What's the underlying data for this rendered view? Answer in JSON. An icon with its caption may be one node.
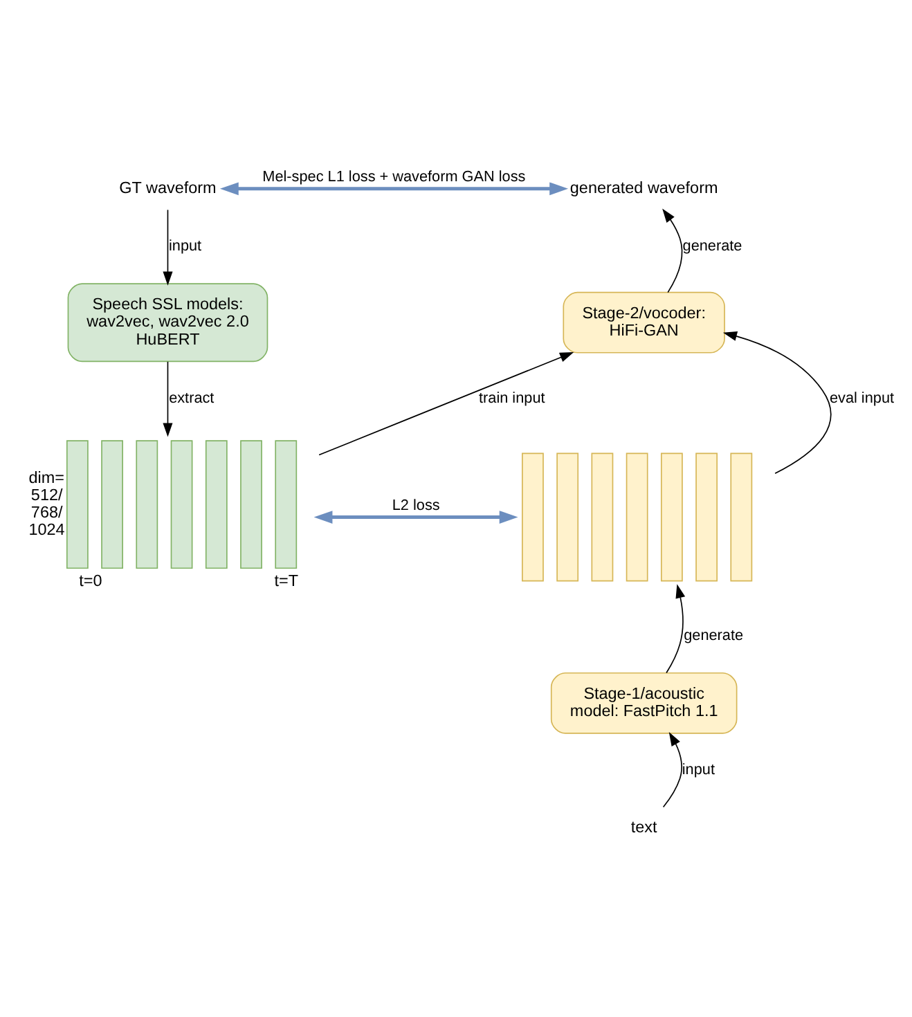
{
  "diagram": {
    "nodes": [
      {
        "text": [
          "GT waveform"
        ]
      },
      {
        "text": [
          "generated waveform"
        ]
      },
      {
        "text": [
          "Speech SSL models: wav2vec, wav2vec 2.0 HuBERT"
        ]
      },
      {
        "text": [
          "Stage-2/vocoder: HiFi-GAN"
        ]
      },
      {
        "text": [],
        "shape": "bar",
        "beside": [
          "dim= 512/ 768/ 1024",
          "t=0",
          "t=T"
        ]
      },
      {
        "text": [],
        "shape": "bar"
      },
      {
        "text": [
          "Stage-1/acoustic model: FastPitch 1.1"
        ]
      },
      {
        "text": [
          "text"
        ]
      }
    ],
    "edges": [
      {
        "from": 0,
        "to": 2,
        "arrow": "to",
        "label": "input"
      },
      {
        "from": 0,
        "to": 1,
        "arrow": "both",
        "label": "Mel-spec L1 loss + waveform GAN loss",
        "style": "thick",
        "color": "#6c8ebf"
      },
      {
        "from": 2,
        "to": 4,
        "arrow": "to",
        "label": "extract"
      },
      {
        "from": 4,
        "to": 5,
        "arrow": "both",
        "label": "L2 loss",
        "style": "thick",
        "color": "#6c8ebf"
      },
      {
        "from": 4,
        "to": 3,
        "arrow": "to",
        "label": "train input"
      },
      {
        "from": 5,
        "to": 3,
        "arrow": "to",
        "label": "eval input"
      },
      {
        "from": 3,
        "to": 1,
        "arrow": "to",
        "label": "generate"
      },
      {
        "from": 6,
        "to": 5,
        "arrow": "to",
        "label": "generate"
      },
      {
        "from": 7,
        "to": 6,
        "arrow": "to",
        "label": "input"
      }
    ]
  }
}
